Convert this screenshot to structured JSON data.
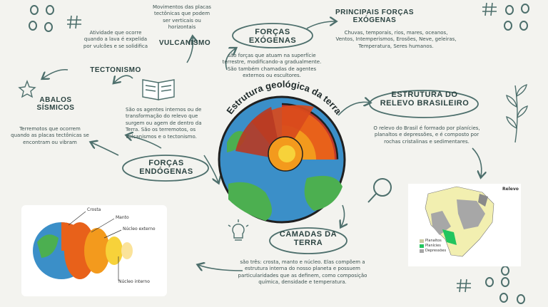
{
  "center_title": "Estrutura geológica da terra",
  "topics": {
    "exogenas": {
      "title": "FORÇAS EXÓGENAS",
      "text": "são forças que atuam na superfície terrestre, modificando-a gradualmente. São também chamadas de agentes externos ou escultores."
    },
    "principais_exogenas": {
      "title": "PRINCIPAIS FORÇAS EXÓGENAS",
      "text": "Chuvas, temporais, rios, mares, oceanos, Ventos, Intemperismos, Erosões, Neve, geleiras, Temperatura, Seres humanos."
    },
    "vulcanismo": {
      "title": "VULCANISMO",
      "text": "Atividade que ocorre quando a lava é expelida por vulcões e se solidifica"
    },
    "movimentos": {
      "text": "Movimentos das placas tectônicas que podem ser verticais ou horizontais"
    },
    "tectonismo": {
      "title": "TECTONISMO"
    },
    "abalos": {
      "title": "ABALOS SÍSMICOS",
      "text": "Terremotos que ocorrem quando as placas tectônicas se encontram ou vibram"
    },
    "endogenas": {
      "title": "FORÇAS ENDÓGENAS",
      "text": "São os agentes internos ou de transformação do relevo que surgem ou agem de dentro da Terra. São os terremotos, os vulcanismos e o tectonismo."
    },
    "relevo": {
      "title": "ESTRUTURA DO RELEVO BRASILEIRO",
      "text": "O relevo do Brasil é formado por planícies, planaltos e depressões, e é composto por rochas cristalinas e sedimentares."
    },
    "camadas": {
      "title": "CAMADAS DA TERRA",
      "text": "são três: crosta, manto e núcleo. Elas compõem a estrutura interna do nosso planeta e possuem particularidades que as definem, como composição química, densidade e temperatura."
    }
  },
  "earth_layers_figure": {
    "labels": [
      "Crosta",
      "Manto",
      "Núcleo externo",
      "Núcleo interno"
    ]
  },
  "relevo_map": {
    "title": "Relevo",
    "legend": [
      "Planaltos",
      "Planícies",
      "Depressões"
    ]
  },
  "colors": {
    "accent": "#4d6f6c",
    "ocean": "#3b8fc8",
    "land": "#4caf50",
    "mantle": "#e8611a",
    "outer_core": "#f39a1d",
    "inner_core": "#f7d23a"
  }
}
